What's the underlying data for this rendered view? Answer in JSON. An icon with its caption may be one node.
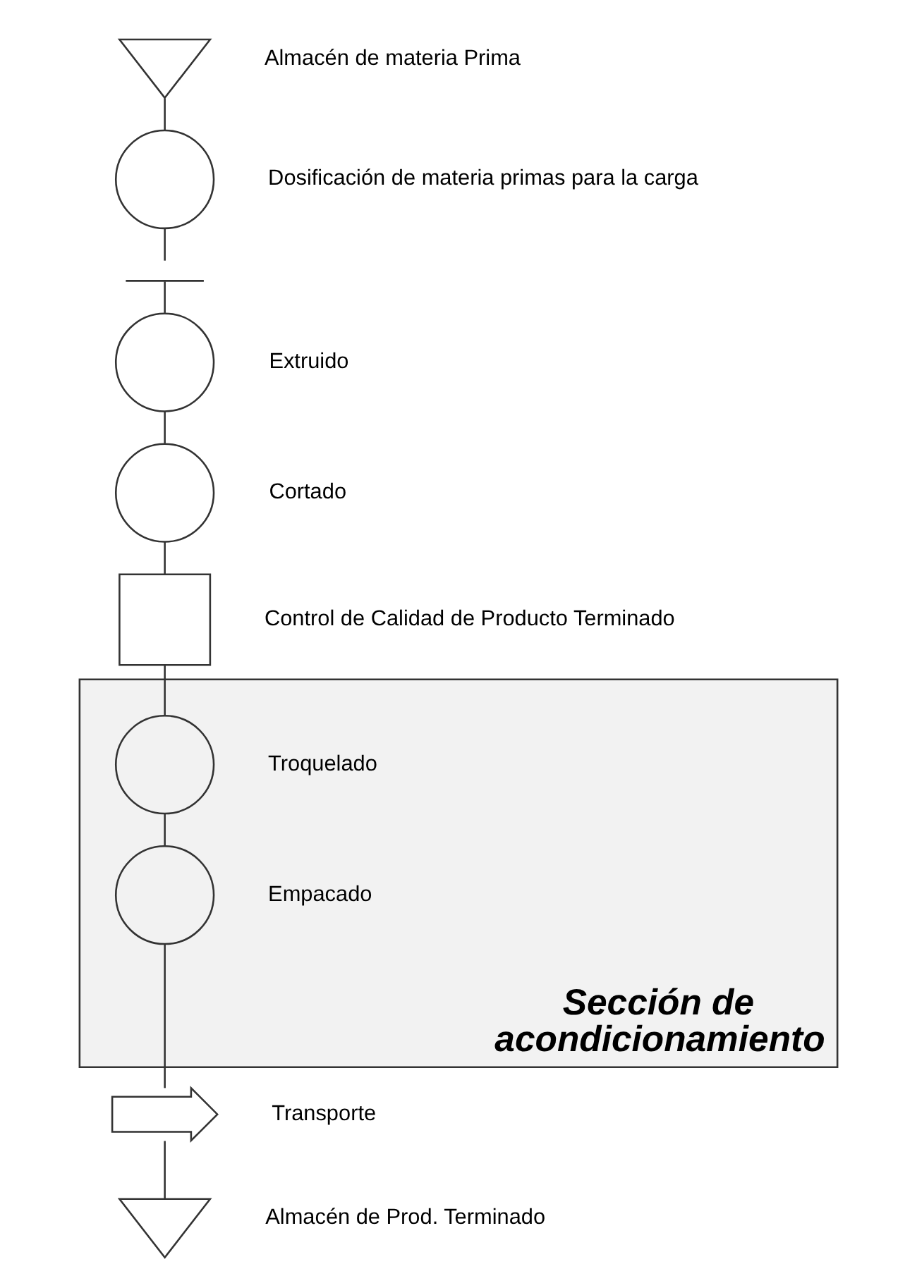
{
  "diagram": {
    "nodes": [
      {
        "text": [],
        "shape": "triangle",
        "beside": [
          "Almacén de materia Prima"
        ]
      },
      {
        "text": [],
        "shape": "circle",
        "beside": [
          "Dosificación de materia primas para la carga"
        ]
      },
      {
        "text": [],
        "shape": "wave"
      },
      {
        "text": [],
        "shape": "circle",
        "beside": [
          "Extruido"
        ]
      },
      {
        "text": [],
        "shape": "circle",
        "beside": [
          "Cortado"
        ]
      },
      {
        "text": [],
        "shape": "box",
        "beside": [
          "Control de Calidad de Producto Terminado"
        ]
      },
      {
        "text": [
          "Sección de acondicionamiento"
        ]
      },
      {
        "text": [],
        "shape": "circle",
        "in": 6,
        "beside": [
          "Troquelado"
        ]
      },
      {
        "text": [],
        "shape": "circle",
        "in": 6,
        "beside": [
          "Empacado"
        ]
      },
      {
        "text": [],
        "shape": "arrow",
        "beside": [
          "Transporte"
        ]
      },
      {
        "text": [],
        "shape": "triangle",
        "beside": [
          "Almacén de Prod. Terminado"
        ]
      }
    ],
    "edges": [
      {
        "from": 0,
        "to": 1,
        "arrow": "none"
      },
      {
        "from": 1,
        "to": 2,
        "arrow": "none"
      },
      {
        "from": 2,
        "to": 3,
        "arrow": "none"
      },
      {
        "from": 3,
        "to": 4,
        "arrow": "none"
      },
      {
        "from": 4,
        "to": 5,
        "arrow": "none"
      },
      {
        "from": 5,
        "to": 7,
        "arrow": "none"
      },
      {
        "from": 7,
        "to": 8,
        "arrow": "none"
      },
      {
        "from": 8,
        "to": 9,
        "arrow": "none"
      },
      {
        "from": 9,
        "to": 10,
        "arrow": "none"
      }
    ]
  }
}
